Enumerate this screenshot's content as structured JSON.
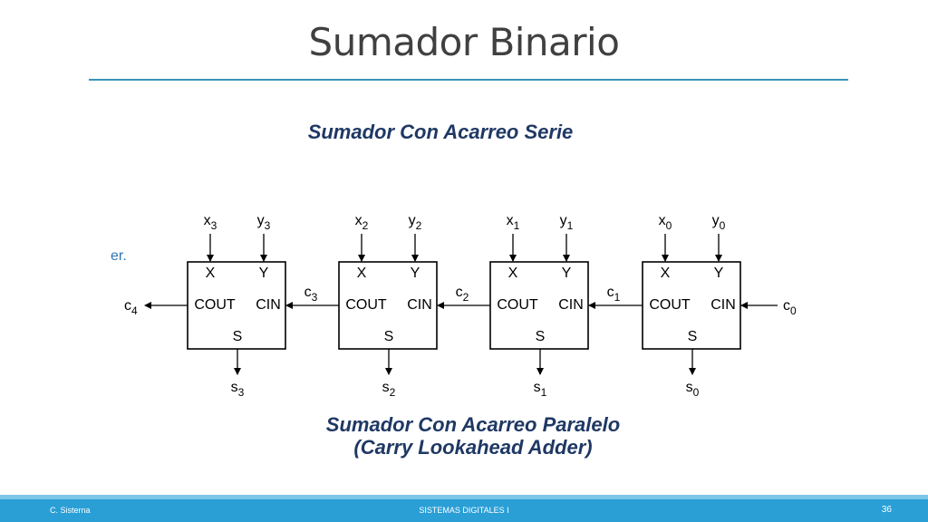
{
  "slide": {
    "title": "Sumador Binario",
    "subtitle_serial": "Sumador Con Acarreo Serie",
    "subtitle_parallel_line1": "Sumador Con Acarreo Paralelo",
    "subtitle_parallel_line2": "(Carry Lookahead Adder)",
    "stray_text": "er."
  },
  "diagram": {
    "cells": [
      {
        "x_label": "x",
        "x_index": "3",
        "y_label": "y",
        "y_index": "3",
        "in_x": "X",
        "in_y": "Y",
        "cout": "COUT",
        "cin": "CIN",
        "sum": "S",
        "s_label": "s",
        "s_index": "3"
      },
      {
        "x_label": "x",
        "x_index": "2",
        "y_label": "y",
        "y_index": "2",
        "in_x": "X",
        "in_y": "Y",
        "cout": "COUT",
        "cin": "CIN",
        "sum": "S",
        "s_label": "s",
        "s_index": "2"
      },
      {
        "x_label": "x",
        "x_index": "1",
        "y_label": "y",
        "y_index": "1",
        "in_x": "X",
        "in_y": "Y",
        "cout": "COUT",
        "cin": "CIN",
        "sum": "S",
        "s_label": "s",
        "s_index": "1"
      },
      {
        "x_label": "x",
        "x_index": "0",
        "y_label": "y",
        "y_index": "0",
        "in_x": "X",
        "in_y": "Y",
        "cout": "COUT",
        "cin": "CIN",
        "sum": "S",
        "s_label": "s",
        "s_index": "0"
      }
    ],
    "carries": [
      {
        "label": "c",
        "index": "4"
      },
      {
        "label": "c",
        "index": "3"
      },
      {
        "label": "c",
        "index": "2"
      },
      {
        "label": "c",
        "index": "1"
      },
      {
        "label": "c",
        "index": "0"
      }
    ]
  },
  "footer": {
    "author": "C. Sisterna",
    "course": "SISTEMAS DIGITALES I",
    "page": "36"
  },
  "colors": {
    "title_rule": "#3a94b8",
    "subtitle": "#1f3864",
    "footer_bar": "#2a9fd6"
  }
}
